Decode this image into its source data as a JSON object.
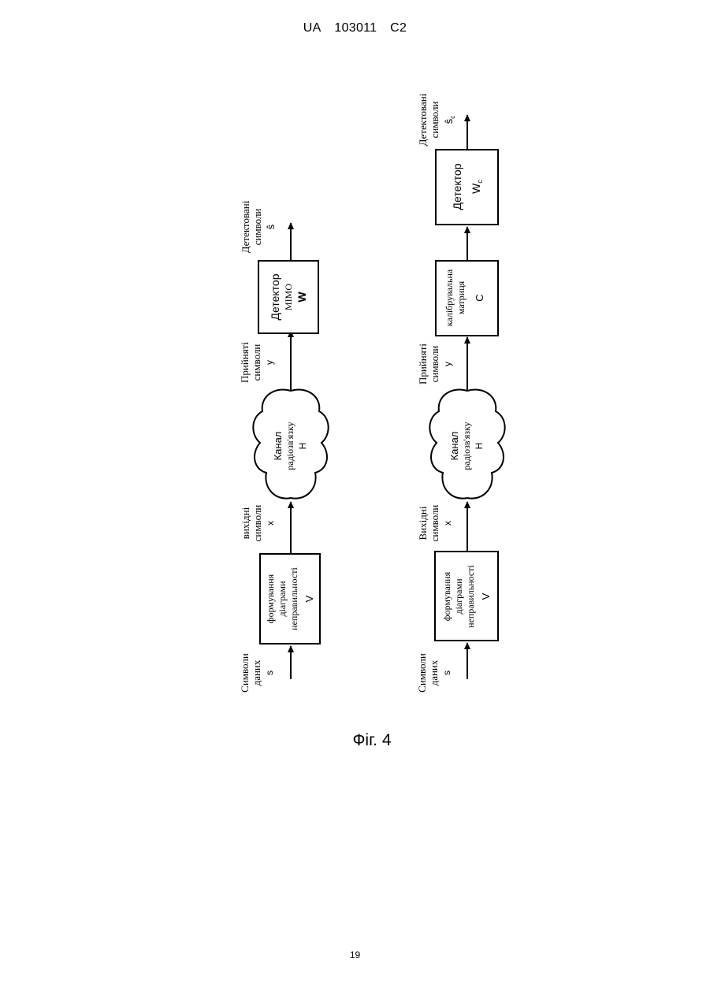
{
  "header": {
    "country": "UA",
    "number": "103011",
    "kind": "C2"
  },
  "figure_caption": "Фіг. 4",
  "page_number": "19",
  "diagram_top": {
    "input_label": [
      "Символи",
      "даних",
      "s"
    ],
    "block1": [
      "формування",
      "діаграми",
      "неправильності",
      "V"
    ],
    "tx_label": [
      "вихідні",
      "символи",
      "x"
    ],
    "channel": [
      "Канал",
      "радіозв'язку",
      "H"
    ],
    "rx_label": [
      "Прийняті",
      "символи",
      "y"
    ],
    "detector": [
      "Детектор",
      "MIMO",
      "W"
    ],
    "output_label": [
      "Детектовані",
      "символи",
      "ŝ"
    ]
  },
  "diagram_bottom": {
    "input_label": [
      "Символи",
      "даних",
      "s"
    ],
    "block1": [
      "формування",
      "діаграми",
      "неправильності",
      "V"
    ],
    "tx_label": [
      "Вихідні",
      "символи",
      "x"
    ],
    "channel": [
      "Канал",
      "радіозв'язку",
      "H"
    ],
    "rx_label": [
      "Прийняті",
      "символи",
      "y"
    ],
    "calibration": [
      "калібрувальна",
      "матриця",
      "C"
    ],
    "detector": [
      "Детектор",
      "W",
      "c"
    ],
    "output_label": [
      "Детектовані",
      "символи",
      "ŝ",
      "c"
    ]
  }
}
